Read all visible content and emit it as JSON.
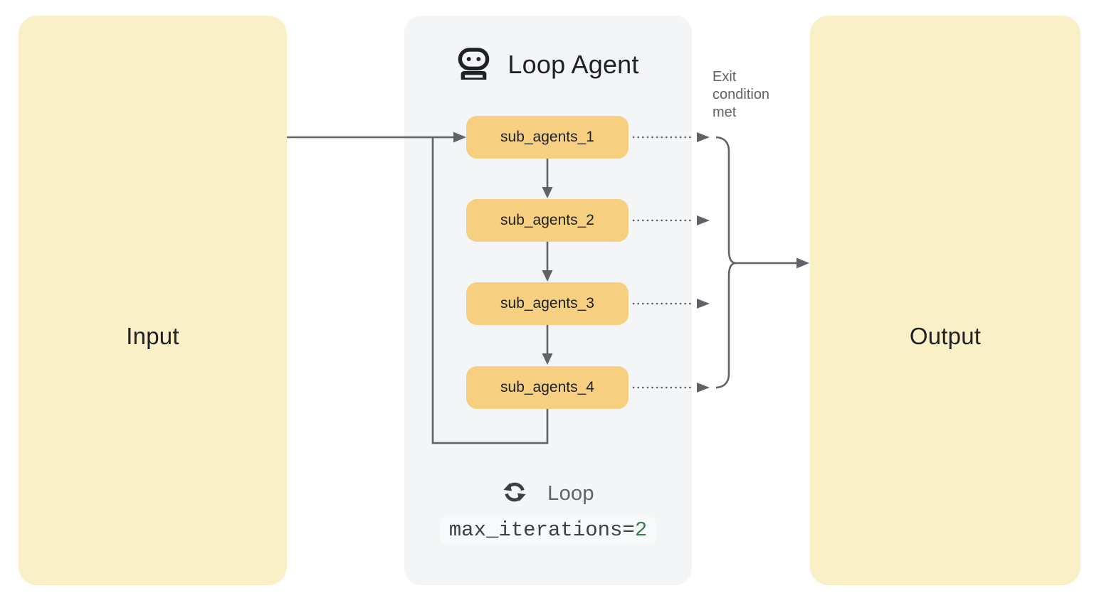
{
  "colors": {
    "canvas_bg": "#ffffff",
    "io_box_bg": "#faf0c8",
    "panel_bg": "#f3f5f6",
    "agent_box_bg": "#f6d080",
    "line": "#5f6368",
    "text_dark": "#202124",
    "text_gray": "#5f6368",
    "code_text": "#3c4043",
    "code_value_green": "#3e7d50",
    "code_bg": "#f8f9fa"
  },
  "input_box": {
    "label": "Input"
  },
  "output_box": {
    "label": "Output"
  },
  "loop_agent_panel": {
    "title": "Loop Agent",
    "title_icon": "robot-icon",
    "sub_agents": [
      {
        "label": "sub_agents_1"
      },
      {
        "label": "sub_agents_2"
      },
      {
        "label": "sub_agents_3"
      },
      {
        "label": "sub_agents_4"
      }
    ],
    "loop": {
      "icon": "loop-sync-icon",
      "label": "Loop",
      "code": "max_iterations=",
      "code_value": "2"
    }
  },
  "annotations": {
    "exit_condition": "Exit condition met"
  }
}
